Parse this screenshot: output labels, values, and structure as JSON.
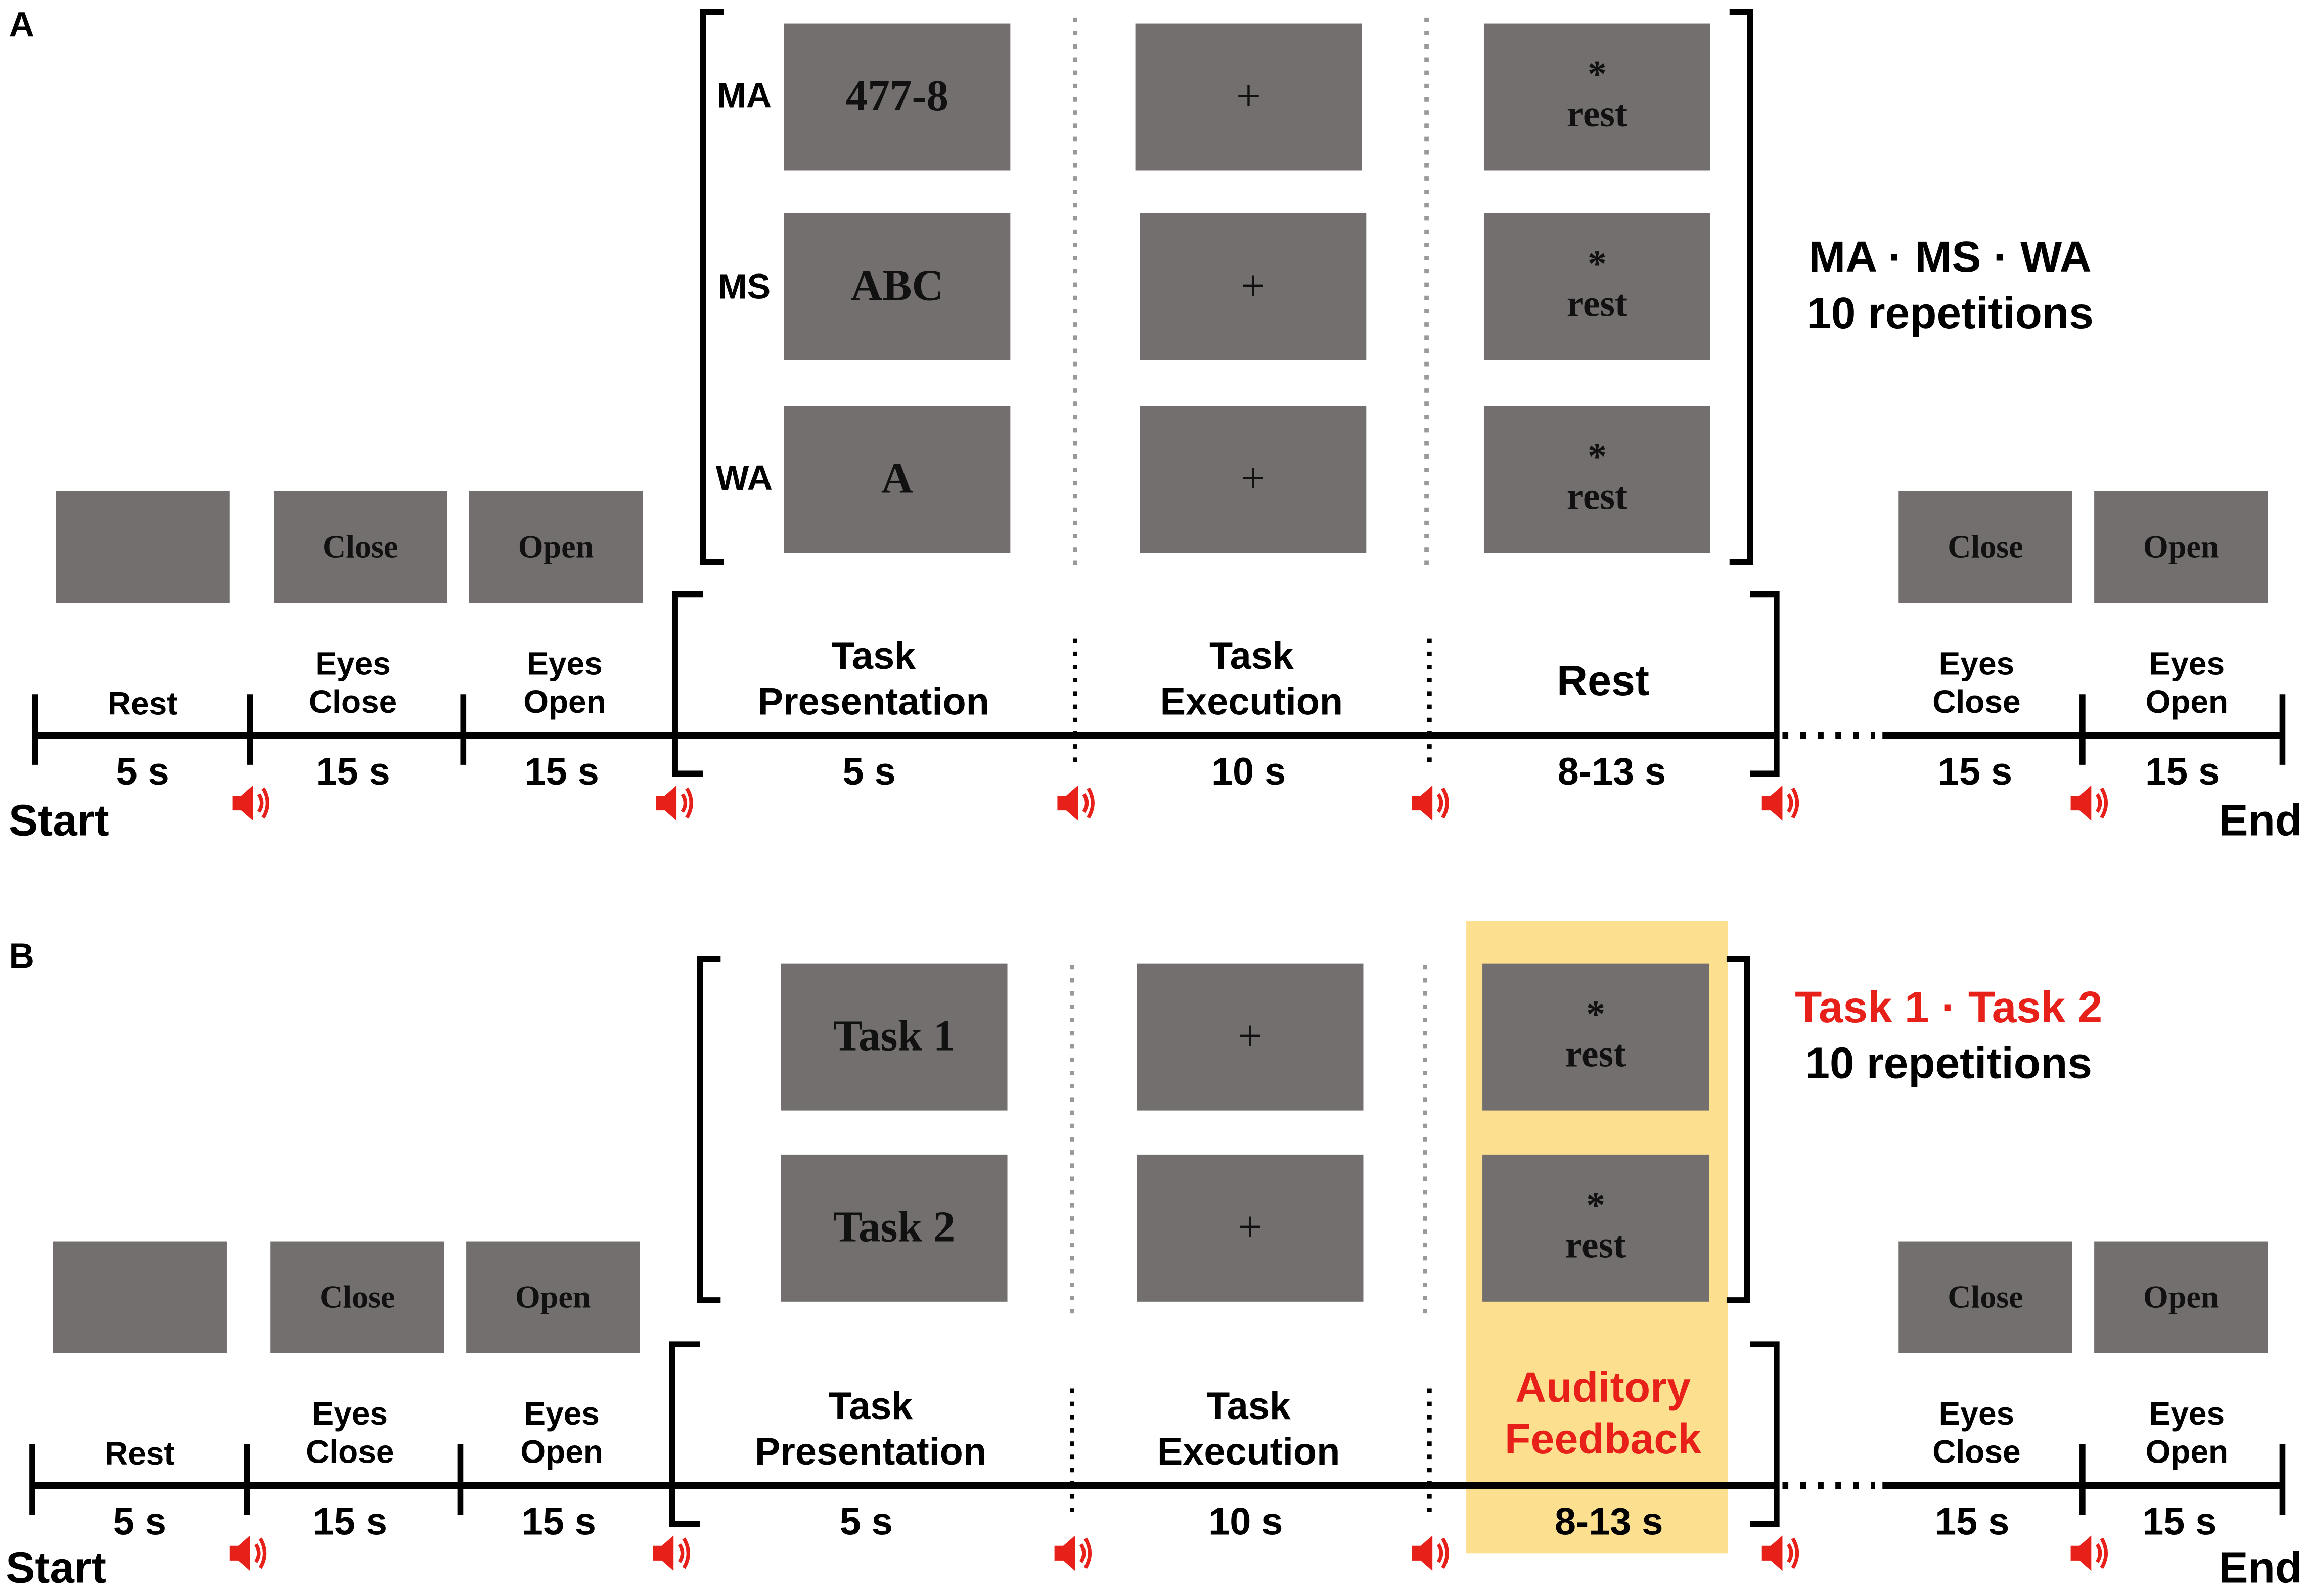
{
  "panels": [
    {
      "letter": "A",
      "condition_labels": [
        "MA",
        "MS",
        "WA"
      ],
      "task_cues": [
        "477-8",
        "ABC",
        "A"
      ],
      "fixation_symbol": "+",
      "rest_star": "*",
      "rest_word": "rest",
      "pre_screens": {
        "close": "Close",
        "open": "Open"
      },
      "repetition_title": "MA · MS · WA",
      "repetition_count": "10 repetitions",
      "phases": {
        "rest": "Rest",
        "eyes_close": "Eyes\nClose",
        "eyes_open": "Eyes\nOpen",
        "task_presentation": "Task\nPresentation",
        "task_execution": "Task\nExecution",
        "rest_phase": "Rest"
      },
      "durations": [
        "5 s",
        "15 s",
        "15 s",
        "5 s",
        "10 s",
        "8-13 s",
        "15 s",
        "15 s"
      ],
      "start": "Start",
      "end": "End"
    },
    {
      "letter": "B",
      "task_cues": [
        "Task 1",
        "Task 2"
      ],
      "fixation_symbol": "+",
      "rest_star": "*",
      "rest_word": "rest",
      "pre_screens": {
        "close": "Close",
        "open": "Open"
      },
      "repetition_title": "Task 1 · Task 2",
      "repetition_count": "10 repetitions",
      "phases": {
        "rest": "Rest",
        "eyes_close": "Eyes\nClose",
        "eyes_open": "Eyes\nOpen",
        "task_presentation": "Task\nPresentation",
        "task_execution": "Task\nExecution",
        "feedback": "Auditory\nFeedback"
      },
      "durations": [
        "5 s",
        "15 s",
        "15 s",
        "5 s",
        "10 s",
        "8-13 s",
        "15 s",
        "15 s"
      ],
      "start": "Start",
      "end": "End"
    }
  ],
  "colors": {
    "screen": "#736f6e",
    "highlight": "#fde08f",
    "accent_red": "#e8201a",
    "speaker": "#e8201a"
  },
  "icons": [
    "speaker-icon"
  ]
}
